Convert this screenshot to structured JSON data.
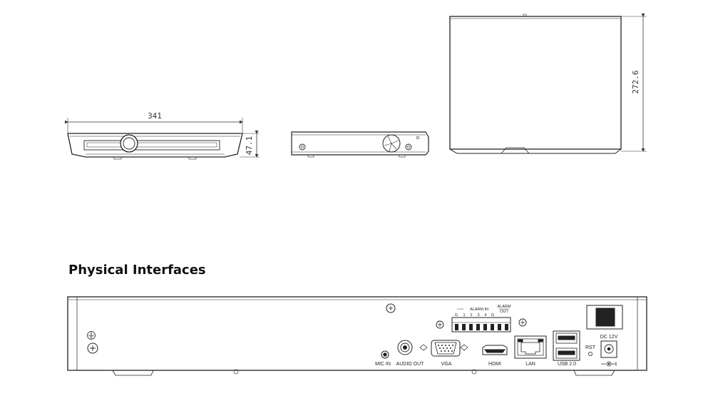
{
  "section": {
    "heading": "Physical Interfaces"
  },
  "dimensions": {
    "width": "341",
    "height": "47.1",
    "depth": "272.6"
  },
  "rear_panel": {
    "labels": {
      "mic_in": "MIC IN",
      "audio_out": "AUDIO OUT",
      "vga": "VGA",
      "hdmi": "HDMI",
      "lan": "LAN",
      "usb": "USB 2.0",
      "rst": "RST",
      "dc": "DC 12V",
      "alarm_in": "ALARM IN",
      "alarm_out_1": "ALARM",
      "alarm_out_2": "OUT"
    },
    "terminal_labels": [
      "G",
      "1",
      "2",
      "3",
      "4",
      "G"
    ],
    "ground_icon": "ground-icon",
    "polarity_icon": "dc-polarity-icon"
  }
}
